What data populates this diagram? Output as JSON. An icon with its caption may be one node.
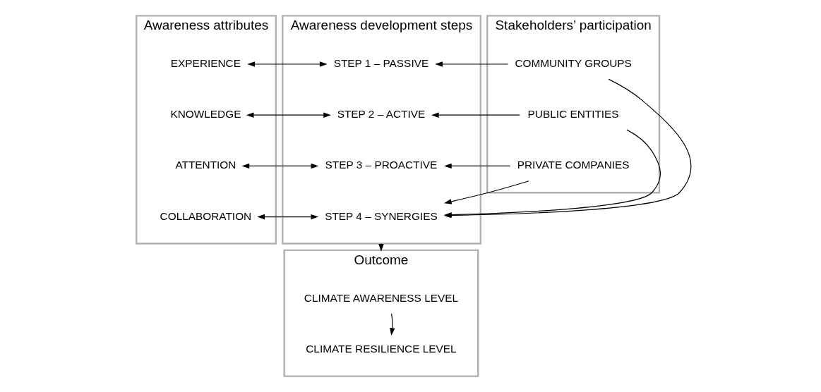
{
  "diagram": {
    "nodes": [
      {
        "text": [
          "Awareness attributes"
        ]
      },
      {
        "text": [
          "EXPERIENCE"
        ],
        "in": 0
      },
      {
        "text": [
          "KNOWLEDGE"
        ],
        "in": 0
      },
      {
        "text": [
          "ATTENTION"
        ],
        "in": 0
      },
      {
        "text": [
          "COLLABORATION"
        ],
        "in": 0
      },
      {
        "text": [
          "Awareness development steps"
        ]
      },
      {
        "text": [
          "STEP 1 – PASSIVE"
        ],
        "in": 5
      },
      {
        "text": [
          "STEP 2 – ACTIVE"
        ],
        "in": 5
      },
      {
        "text": [
          "STEP 3 – PROACTIVE"
        ],
        "in": 5
      },
      {
        "text": [
          "STEP 4 – SYNERGIES"
        ],
        "in": 5
      },
      {
        "text": [
          "Stakeholders’ participation"
        ]
      },
      {
        "text": [
          "COMMUNITY GROUPS"
        ],
        "in": 10
      },
      {
        "text": [
          "PUBLIC ENTITIES"
        ],
        "in": 10
      },
      {
        "text": [
          "PRIVATE COMPANIES"
        ],
        "in": 10
      },
      {
        "text": [
          "Outcome"
        ]
      },
      {
        "text": [
          "CLIMATE AWARENESS LEVEL"
        ],
        "in": 14
      },
      {
        "text": [
          "CLIMATE RESILIENCE LEVEL"
        ],
        "in": 14
      }
    ],
    "edges": [
      {
        "from": 1,
        "to": 6,
        "arrow": "both"
      },
      {
        "from": 2,
        "to": 7,
        "arrow": "both"
      },
      {
        "from": 3,
        "to": 8,
        "arrow": "both"
      },
      {
        "from": 4,
        "to": 9,
        "arrow": "both"
      },
      {
        "from": 11,
        "to": 6,
        "arrow": "to"
      },
      {
        "from": 12,
        "to": 7,
        "arrow": "to"
      },
      {
        "from": 13,
        "to": 8,
        "arrow": "to"
      },
      {
        "from": 11,
        "to": 9,
        "arrow": "to"
      },
      {
        "from": 12,
        "to": 9,
        "arrow": "to"
      },
      {
        "from": 13,
        "to": 9,
        "arrow": "to"
      },
      {
        "from": 5,
        "to": 14,
        "arrow": "to"
      },
      {
        "from": 15,
        "to": 16,
        "arrow": "to"
      }
    ]
  }
}
